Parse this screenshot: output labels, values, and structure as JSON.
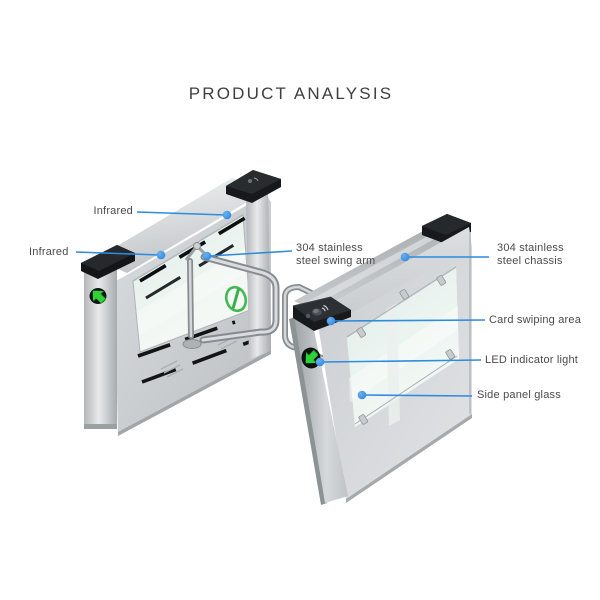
{
  "title": "PRODUCT ANALYSIS",
  "callouts": [
    {
      "id": "infrared-upper",
      "label": "Infrared"
    },
    {
      "id": "infrared-lower",
      "label": "Infrared"
    },
    {
      "id": "swing-arm",
      "label": "304 stainless steel swing arm",
      "lines": [
        "304 stainless",
        "steel swing arm"
      ]
    },
    {
      "id": "chassis",
      "label": "304 stainless steel chassis",
      "lines": [
        "304 stainless",
        "steel chassis"
      ]
    },
    {
      "id": "card-swiping-area",
      "label": "Card swiping area"
    },
    {
      "id": "led-indicator-light",
      "label": "LED indicator light"
    },
    {
      "id": "side-panel-glass",
      "label": "Side panel glass"
    }
  ],
  "icons": {
    "left_gate_direction_indicator": "green-arrow-icon",
    "right_gate_led": "green-arrow-icon",
    "card_reader": "contactless-reader-icon",
    "glass_logo": "green-ring-logo-icon",
    "infrared_sensors": "black-strip-icon"
  },
  "colors": {
    "background": "#ffffff",
    "callout_blue": "#2d8be0",
    "label_text": "#4b4b4b",
    "title_text": "#3f3f3f",
    "led_green": "#2ed337",
    "logo_green": "#3cb54a",
    "steel_light": "#d8dbdd",
    "steel_dark": "#9aa0a4",
    "black_parts": "#17191c",
    "glass_tint": "#e3efe9"
  }
}
